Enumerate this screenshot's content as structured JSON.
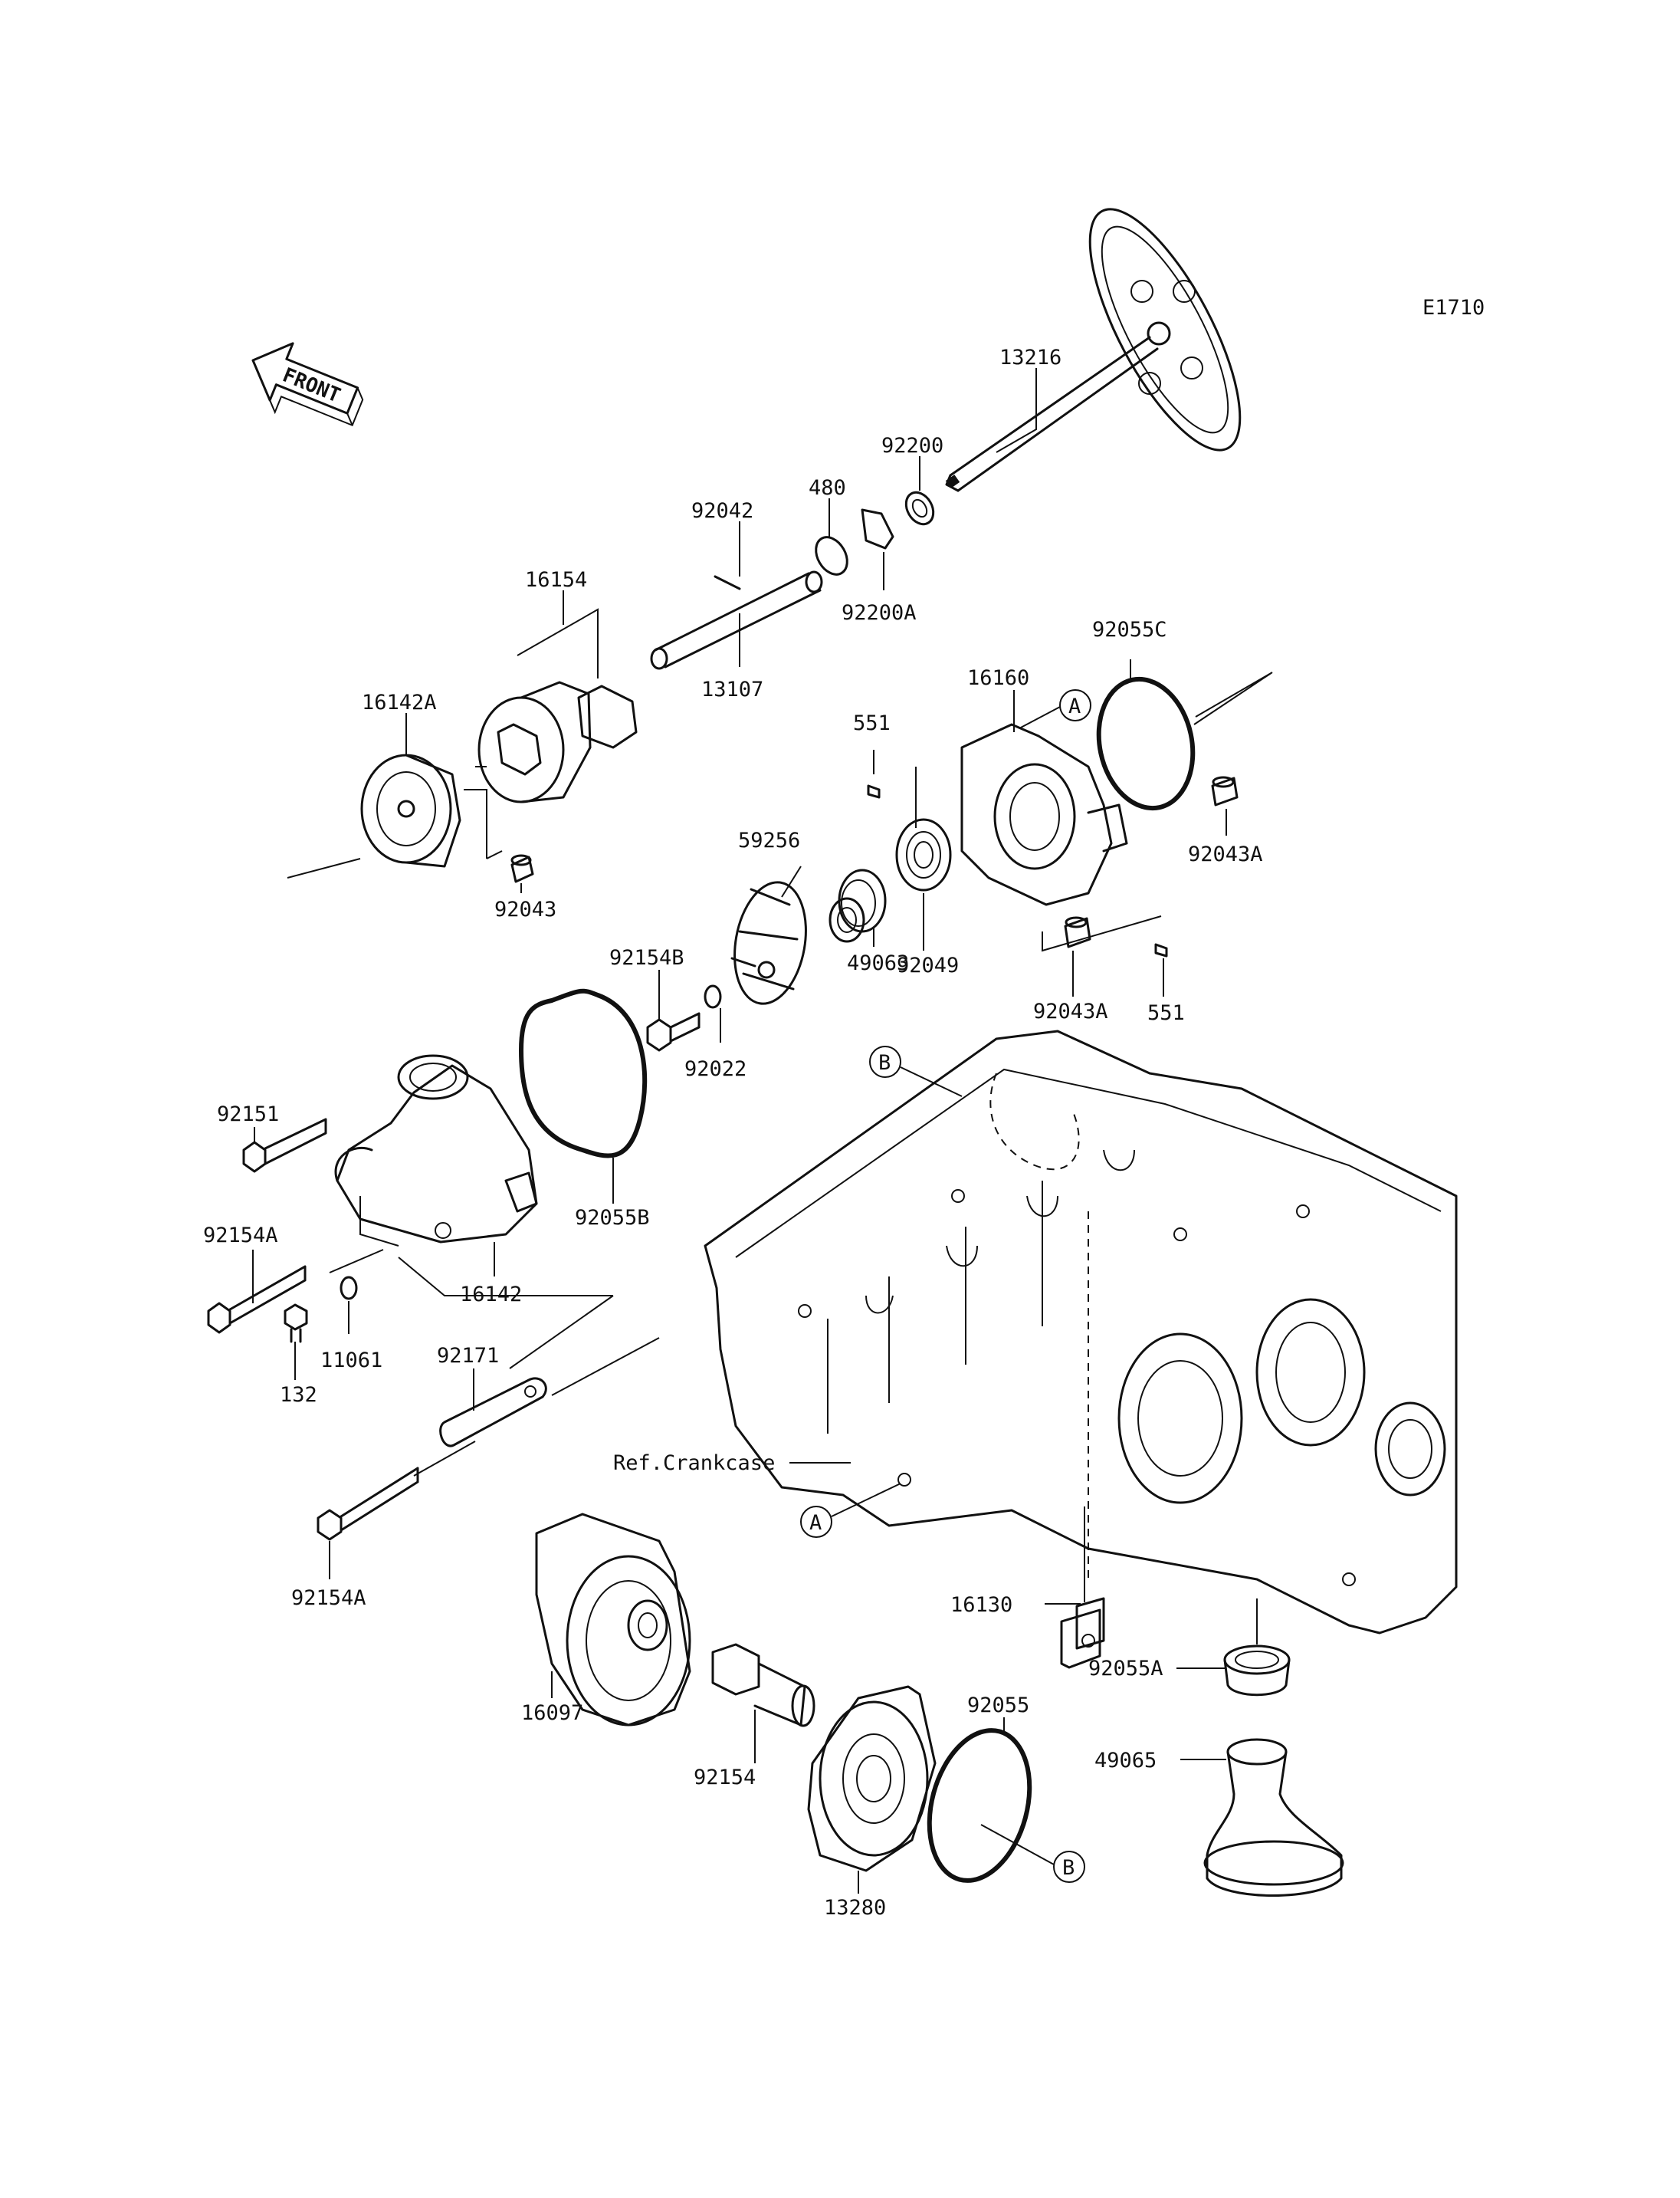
{
  "diagram_code": "E1710",
  "front_badge": "FRONT",
  "reference_label": "Ref.Crankcase",
  "callouts": {
    "A": "A",
    "B": "B"
  },
  "part_numbers": {
    "p13216": "13216",
    "p92200": "92200",
    "p480": "480",
    "p92042": "92042",
    "p92200A": "92200A",
    "p16154": "16154",
    "p13107": "13107",
    "p16142A": "16142A",
    "p92043": "92043",
    "p16160": "16160",
    "p92055C": "92055C",
    "p551_top": "551",
    "p92043A_right": "92043A",
    "p59256": "59256",
    "p92154B": "92154B",
    "p92022": "92022",
    "p49063": "49063",
    "p92049": "92049",
    "p92043A_bottom": "92043A",
    "p551_bottom": "551",
    "p92151": "92151",
    "p92055B": "92055B",
    "p16142": "16142",
    "p92154A_upper": "92154A",
    "p11061": "11061",
    "p92171": "92171",
    "p132": "132",
    "p92154A_lower": "92154A",
    "p16097": "16097",
    "p92154": "92154",
    "p16130": "16130",
    "p92055A": "92055A",
    "p92055": "92055",
    "p49065": "49065",
    "p13280": "13280"
  }
}
